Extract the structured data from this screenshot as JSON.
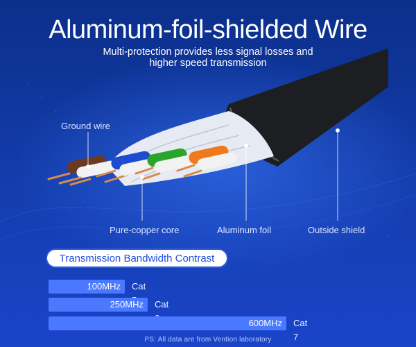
{
  "headline": "Aluminum-foil-shielded Wire",
  "subheadline_line1": "Multi-protection provides less signal losses and",
  "subheadline_line2": "higher speed transmission",
  "callouts": {
    "ground_wire": "Ground wire",
    "pure_copper_core": "Pure-copper core",
    "aluminum_foil": "Aluminum foil",
    "outside_shield": "Outside shield"
  },
  "bandwidth": {
    "title": "Transmission Bandwidth Contrast",
    "rows": [
      {
        "label": "100MHz",
        "category": "Cat 5",
        "mhz": 100
      },
      {
        "label": "250MHz",
        "category": "Cat 6",
        "mhz": 250
      },
      {
        "label": "600MHz",
        "category": "Cat 7",
        "mhz": 600
      }
    ]
  },
  "footnote": "PS:  All data are from Vention laboratory",
  "colors": {
    "background_top": "#0b2f8a",
    "background_bottom": "#1a44c9",
    "bar": "#4a78ff",
    "badge_text": "#1f4fe0",
    "cable": "#202224"
  }
}
